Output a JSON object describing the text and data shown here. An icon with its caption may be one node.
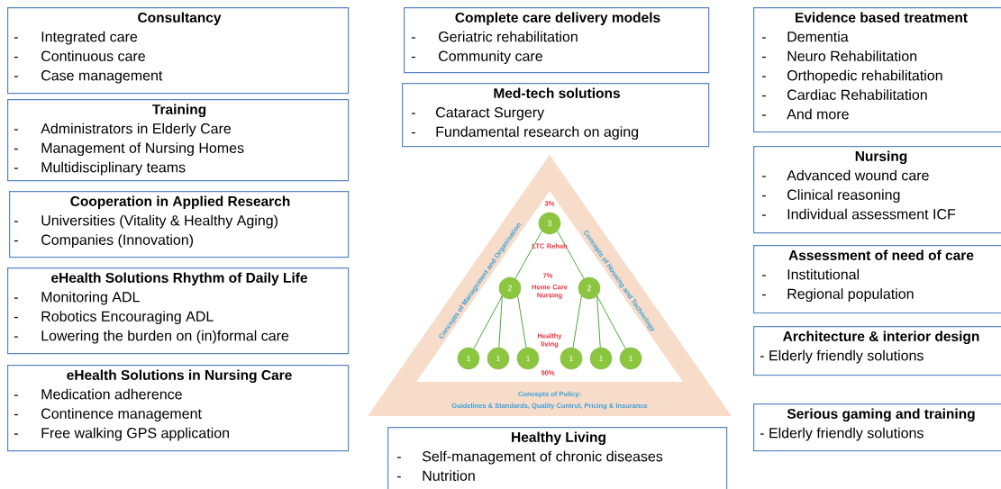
{
  "diagram": {
    "nodes": [
      {
        "text": [
          "Consultancy",
          "-",
          "Integrated care",
          "-",
          "Continuous care",
          "-",
          "Case management"
        ]
      },
      {
        "text": [
          "Training",
          "-",
          "Administrators in Elderly Care",
          "-",
          "Management of Nursing Homes",
          "-",
          "Multidisciplinary teams"
        ]
      },
      {
        "text": [
          "Cooperation in Applied Research",
          "-",
          "Universities (Vitality & Healthy Aging)",
          "-",
          "Companies (Innovation)"
        ]
      },
      {
        "text": [
          "eHealth Solutions Rhythm of Daily Life",
          "-",
          "Monitoring ADL",
          "-",
          "Robotics Encouraging ADL",
          "-",
          "Lowering the burden on (in)formal care"
        ]
      },
      {
        "text": [
          "eHealth Solutions in Nursing Care",
          "-",
          "Medication adherence",
          "-",
          "Continence management",
          "-",
          "Free walking GPS application"
        ]
      },
      {
        "text": [
          "Complete care delivery models",
          "-",
          "Geriatric rehabilitation",
          "-",
          "Community care"
        ]
      },
      {
        "text": [
          "Med-tech solutions",
          "-",
          "Cataract Surgery",
          "-",
          "Fundamental research on aging"
        ]
      },
      {
        "text": [
          "Healthy Living",
          "-",
          "Self-management of chronic diseases",
          "-",
          "Nutrition"
        ]
      },
      {
        "text": [
          "Evidence based treatment",
          "-",
          "Dementia",
          "-",
          "Neuro Rehabilitation",
          "-",
          "Orthopedic rehabilitation",
          "-",
          "Cardiac Rehabilitation",
          "-",
          "And more"
        ]
      },
      {
        "text": [
          "Nursing",
          "-",
          "Advanced wound care",
          "-",
          "Clinical reasoning",
          "-",
          "Individual assessment ICF"
        ]
      },
      {
        "text": [
          "Assessment of need of care",
          "-",
          "Institutional",
          "-",
          "Regional population"
        ]
      },
      {
        "text": [
          "Architecture & interior design",
          "- Elderly friendly solutions"
        ]
      },
      {
        "text": [
          "Serious gaming and training",
          "- Elderly friendly solutions"
        ]
      },
      {
        "text": [
          "Concepts of Management and Organisation",
          "Concepts of Housing and Technology",
          "Concepts of Policy:",
          "Guidelines & Standards, Quality Control, Pricing & Insurance"
        ]
      },
      {
        "text": [
          "3"
        ],
        "in": 13
      },
      {
        "text": [
          "2"
        ],
        "in": 13
      },
      {
        "text": [
          "2"
        ],
        "in": 13
      },
      {
        "text": [
          "1"
        ],
        "in": 13
      },
      {
        "text": [
          "1"
        ],
        "in": 13
      },
      {
        "text": [
          "1"
        ],
        "in": 13
      },
      {
        "text": [
          "1"
        ],
        "in": 13
      },
      {
        "text": [
          "1"
        ],
        "in": 13
      },
      {
        "text": [
          "1"
        ],
        "in": 13
      }
    ],
    "edges": [
      {
        "from": 14,
        "to": 15,
        "arrow": "none"
      },
      {
        "from": 14,
        "to": 16,
        "arrow": "none"
      },
      {
        "from": 15,
        "to": 17,
        "arrow": "none"
      },
      {
        "from": 15,
        "to": 18,
        "arrow": "none"
      },
      {
        "from": 15,
        "to": 19,
        "arrow": "none"
      },
      {
        "from": 16,
        "to": 20,
        "arrow": "none"
      },
      {
        "from": 16,
        "to": 21,
        "arrow": "none"
      },
      {
        "from": 16,
        "to": 22,
        "arrow": "none"
      }
    ],
    "labels": [
      "3%",
      "LTC Rehab",
      "7%",
      "Home Care Nursing",
      "Healthy living",
      "90%"
    ]
  }
}
